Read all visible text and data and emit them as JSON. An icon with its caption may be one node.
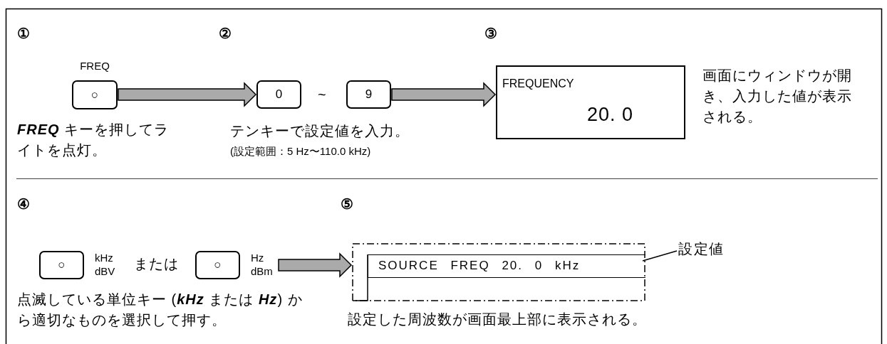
{
  "diagram": {
    "nodes": [
      {
        "text": [
          "FREQ",
          "○"
        ]
      },
      {
        "text": [
          "0"
        ]
      },
      {
        "text": [
          "9"
        ]
      },
      {
        "text": [
          "FREQUENCY",
          "20. 0"
        ]
      },
      {
        "text": [
          "○"
        ],
        "beside": [
          "kHz dBV"
        ]
      },
      {
        "text": [
          "○"
        ],
        "beside": [
          "Hz dBm"
        ]
      },
      {
        "text": [],
        "shape": "box"
      },
      {
        "text": [
          "SOURCE FREQ 20. 0 kHz"
        ],
        "in": 6
      },
      {
        "text": [
          "設定値"
        ]
      }
    ],
    "edges": [
      {
        "from": 0,
        "to": 1,
        "arrow": "to"
      },
      {
        "from": 2,
        "to": 3,
        "arrow": "to"
      },
      {
        "from": 5,
        "to": 6,
        "arrow": "to"
      },
      {
        "from": 8,
        "to": 7,
        "arrow": "none"
      }
    ],
    "labels": [
      "①",
      "②",
      "③",
      "**FREQ** キーを押してライトを点灯。",
      "テンキーで設定値を入力。",
      "(設定範囲：5 Hz〜110.0 kHz)",
      "~",
      "画面にウィンドウが開き、入力した値が表示される。",
      "④",
      "⑤",
      "または",
      "点滅している単位キー (**kHz** または **Hz**) から適切なものを選択して押す。",
      "設定した周波数が画面最上部に表示される。"
    ]
  }
}
